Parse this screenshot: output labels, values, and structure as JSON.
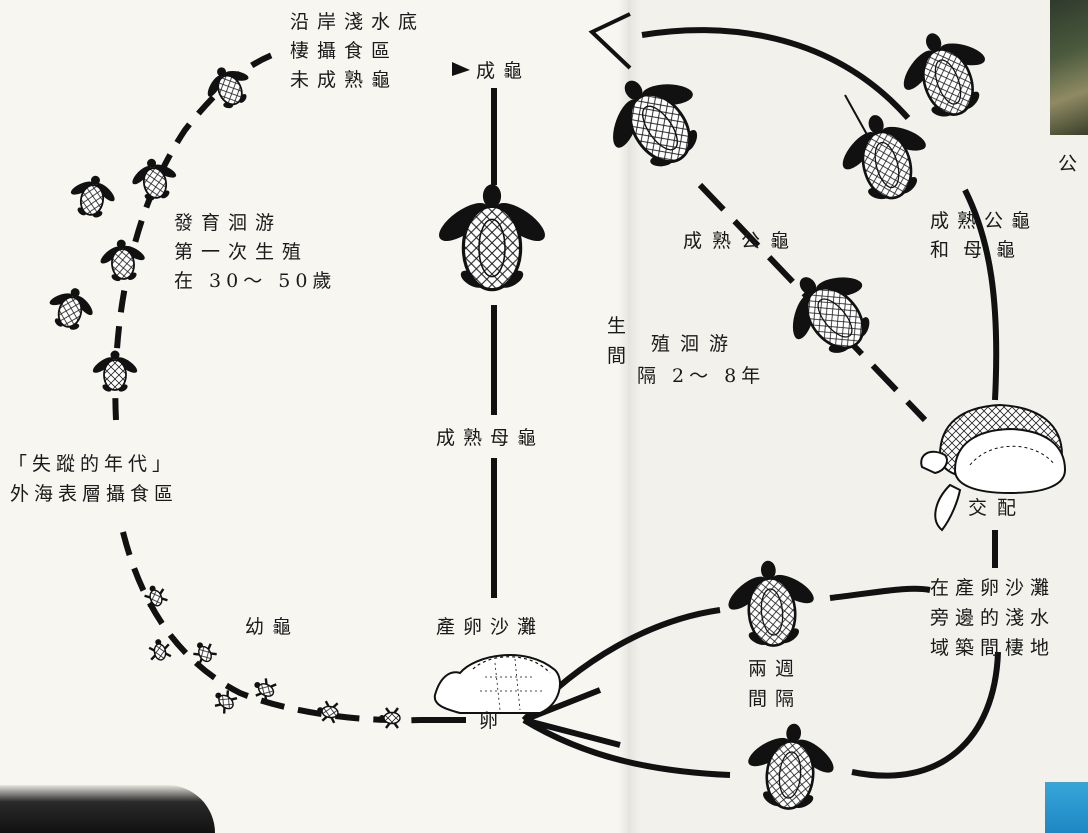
{
  "labels": {
    "coastal_line1": "沿岸淺水底",
    "coastal_line2": "棲攝食區",
    "coastal_line3": "未成熟龜",
    "adult": "成龜",
    "dev_line1": "發育洄游",
    "dev_line2": "第一次生殖",
    "dev_line3": "在 30～ 50歲",
    "lost_line1": "「失蹤的年代」",
    "lost_line2": "外海表層攝食區",
    "mature_female": "成熟母龜",
    "juvenile": "幼龜",
    "nesting_beach": "產卵沙灘",
    "egg": "卵",
    "mature_male": "成熟公龜",
    "migration_line1": "生",
    "migration_line2": "殖洄游",
    "migration_line3": "間",
    "migration_line4": "隔 2～ 8年",
    "male_female_line1": "成熟公龜",
    "male_female_line2": "和母龜",
    "mating": "交配",
    "internesting_line1": "在產卵沙灘",
    "internesting_line2": "旁邊的淺水",
    "internesting_line3": "域築間棲地",
    "two_weeks_line1": "兩週",
    "two_weeks_line2": "間隔",
    "corner_char": "公"
  }
}
